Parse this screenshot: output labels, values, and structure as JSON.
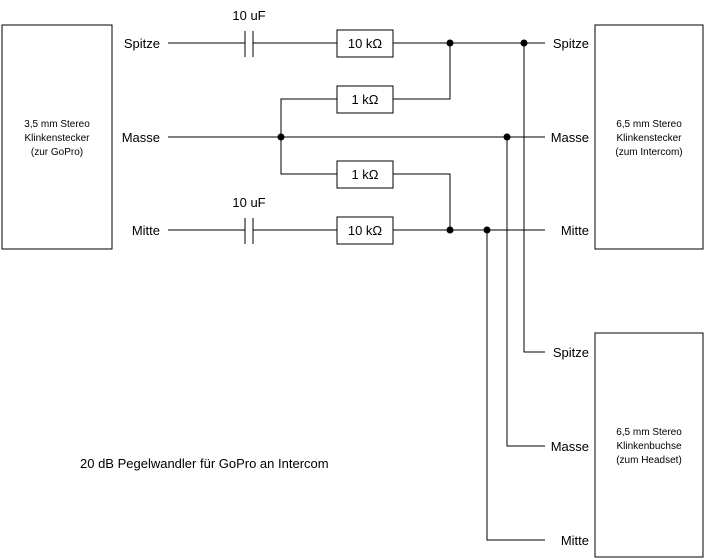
{
  "left_connector": {
    "lines": [
      "3,5 mm Stereo",
      "Klinkenstecker",
      "(zur GoPro)"
    ],
    "pins": {
      "tip": "Spitze",
      "ground": "Masse",
      "ring": "Mitte"
    }
  },
  "right_plug": {
    "lines": [
      "6,5 mm Stereo",
      "Klinkenstecker",
      "(zum Intercom)"
    ],
    "pins": {
      "tip": "Spitze",
      "ground": "Masse",
      "ring": "Mitte"
    }
  },
  "right_jack": {
    "lines": [
      "6,5 mm Stereo",
      "Klinkenbuchse",
      "(zum Headset)"
    ],
    "pins": {
      "tip": "Spitze",
      "ground": "Masse",
      "ring": "Mitte"
    }
  },
  "components": {
    "cap_top": "10 uF",
    "cap_bottom": "10 uF",
    "res_top": "10 kΩ",
    "res_mid_top": "1 kΩ",
    "res_mid_bottom": "1 kΩ",
    "res_bottom": "10 kΩ"
  },
  "caption": "20 dB Pegelwandler für GoPro an Intercom"
}
